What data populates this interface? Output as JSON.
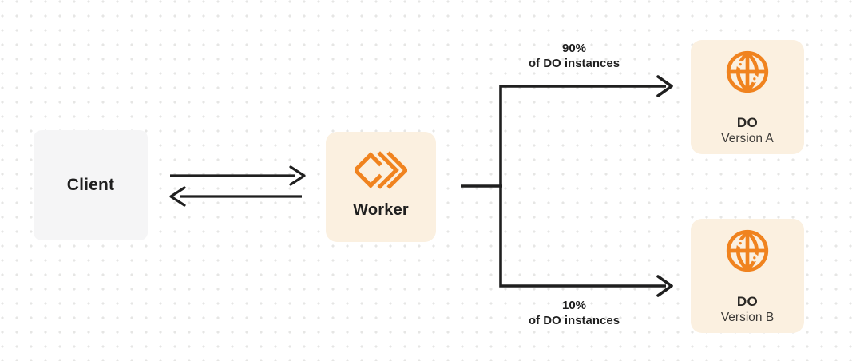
{
  "nodes": {
    "client": {
      "label": "Client"
    },
    "worker": {
      "label": "Worker"
    },
    "do_version_a": {
      "title": "DO",
      "subtitle": "Version A"
    },
    "do_version_b": {
      "title": "DO",
      "subtitle": "Version B"
    }
  },
  "edges": {
    "route_a": {
      "percent": "90%",
      "caption": "of DO instances"
    },
    "route_b": {
      "percent": "10%",
      "caption": "of DO instances"
    }
  },
  "icons": {
    "worker": "workers-chevron-icon",
    "durable_object": "globe-icon"
  },
  "colors": {
    "accent_orange": "#F0831F",
    "node_cream_bg": "#FBF0E0",
    "client_gray_bg": "#F5F5F6",
    "ink": "#1F1F1F",
    "subtitle_ink": "#3D3B38",
    "dot_grid": "#E6E6E4",
    "canvas_bg": "#FFFFFF"
  }
}
